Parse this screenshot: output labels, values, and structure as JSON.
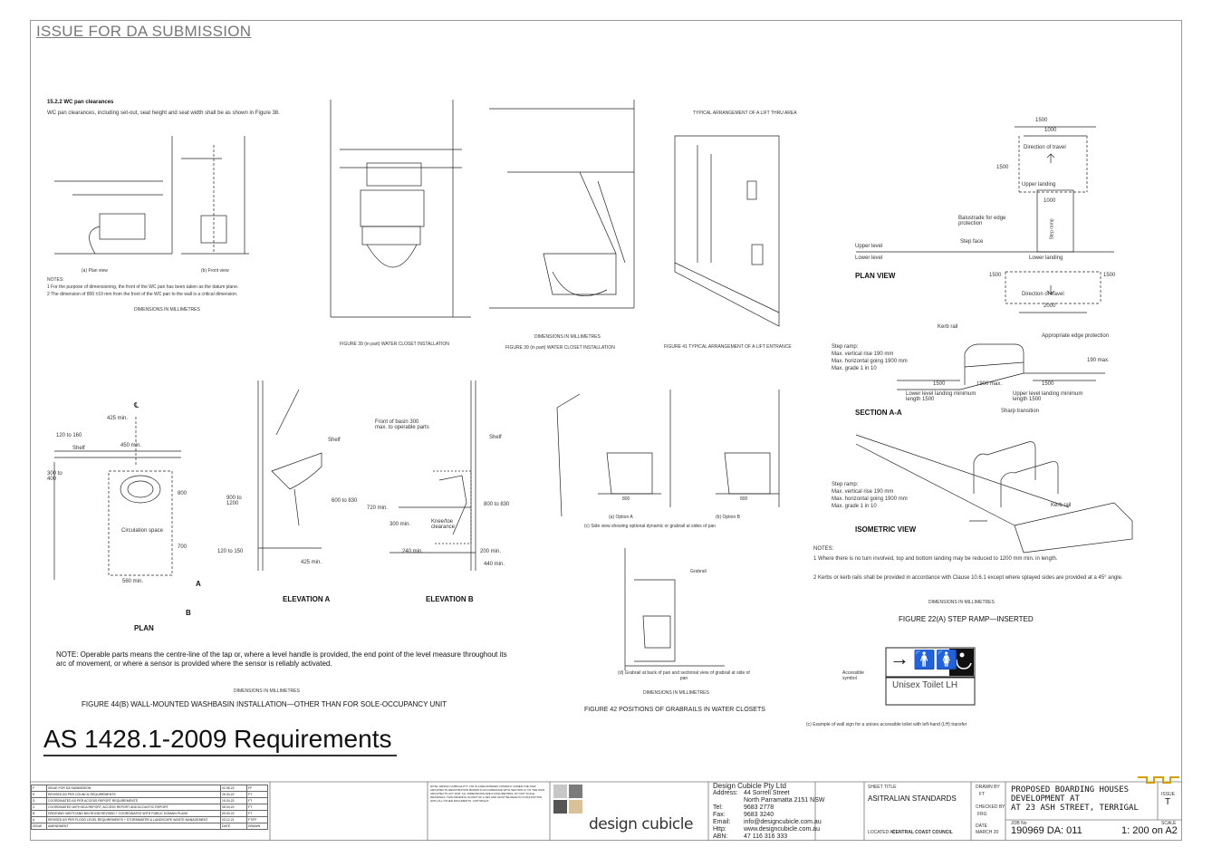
{
  "sheet": {
    "issue_stamp": "ISSUE FOR DA SUBMISSION",
    "main_title": "AS 1428.1-2009 Requirements"
  },
  "fig_wc_pan": {
    "heading": "15.2.2   WC pan clearances",
    "body": "WC pan clearances, including set-out, seat height and seat width shall be as shown in Figure 38.",
    "notes_label": "NOTES:",
    "note1": "1   For the purpose of dimensioning, the front of the WC pan has been taken as the datum plane.",
    "note2": "2   The dimension of 800 ±10 mm from the front of the WC pan to the wall is a critical dimension.",
    "dims": "DIMENSIONS IN MILLIMETRES",
    "view_a": "(a) Plan view",
    "view_b": "(b) Front view"
  },
  "fig_39": {
    "caption": "FIGURE  39 (in part)   WATER CLOSET INSTALLATION"
  },
  "fig_39b": {
    "caption": "FIGURE  39 (in part)   WATER CLOSET INSTALLATION",
    "dims": "DIMENSIONS IN MILLIMETRES"
  },
  "fig_41": {
    "title": "TYPICAL ARRANGEMENT OF A LIFT THRU AREA",
    "caption": "FIGURE 41   TYPICAL ARRANGEMENT OF A LIFT ENTRANCE"
  },
  "ramp_plan": {
    "dim_1500_top": "1500",
    "dim_1000_top": "1000",
    "direction_travel_top": "Direction of travel",
    "dim_1500_side": "1500",
    "upper_landing": "Upper landing",
    "dim_1000_mid": "1000",
    "balustrade": "Balustrade for edge protection",
    "step_face": "Step face",
    "ramp_label": "Step ramp",
    "upper_level": "Upper level",
    "lower_level": "Lower level",
    "lower_landing": "Lower landing",
    "plan_view": "PLAN VIEW",
    "dim_1500_l": "1500",
    "dim_1500_r": "1500",
    "direction_travel_bottom": "Direction of travel",
    "dim_2000": "2000"
  },
  "ramp_section": {
    "kerb_rail": "Kerb rail",
    "edge_protection": "Appropriate edge protection",
    "spec1": "Step ramp:",
    "spec2": "Max. vertical rise 190 mm",
    "spec3": "Max. horizontal going 1900 mm",
    "spec4": "Max. grade 1 in 10",
    "dim_190": "190 max.",
    "dim_1500a": "1500",
    "dim_1900": "1900 max.",
    "dim_1500b": "1500",
    "lower_landing_min": "Lower level landing minimum length 1500",
    "upper_landing_min": "Upper level landing minimum length 1500",
    "sharp": "Sharp transition",
    "section_aa": "SECTION A-A"
  },
  "ramp_iso": {
    "spec1": "Step ramp:",
    "spec2": "Max. vertical rise 190 mm",
    "spec3": "Max. horizontal going 1900 mm",
    "spec4": "Max. grade 1 in 10",
    "kerb_rail": "Kerb rail",
    "iso_view": "ISOMETRIC VIEW",
    "notes_label": "NOTES:",
    "note1": "1   Where there is no turn involved, top and bottom landing may be reduced to 1200 mm min. in length.",
    "note2": "2   Kerbs or kerb rails shall be provided in accordance with Clause 10.6.1 except where splayed sides are provided at a 45° angle.",
    "dims": "DIMENSIONS IN MILLIMETRES",
    "caption": "FIGURE  22(A)   STEP RAMP—INSERTED"
  },
  "fig_44b": {
    "cl": "℄",
    "dim_425": "425 min.",
    "dim_120_160": "120 to 160",
    "shelf": "Shelf",
    "dim_450": "450 min.",
    "dim_300_400": "300 to 400",
    "dim_800": "800",
    "circulation": "Circulation space",
    "dim_700": "700",
    "dim_560": "560 min.",
    "plan": "PLAN",
    "b_marker": "B",
    "a_marker": "A",
    "shelf_a": "Shelf",
    "dim_900_1200": "900 to 1200",
    "dim_600_830": "600 to 830",
    "dim_120_150": "120 to 150",
    "dim_425_b": "425 min.",
    "elev_a": "ELEVATION A",
    "front_basin": "Front of basin 300 max. to operable parts",
    "shelf_b": "Shelf",
    "dim_720": "720 min.",
    "dim_300": "300 min.",
    "knee": "Knee/toe clearance",
    "dim_800_830": "800 to 830",
    "dim_240": "240 min.",
    "dim_200": "200 min.",
    "dim_440": "440 min.",
    "elev_b": "ELEVATION B",
    "note": "NOTE:  Operable parts means the centre-line of the tap or, where a level handle is provided, the end point of the level measure throughout its arc of movement, or where a sensor is provided where the sensor is reliably activated.",
    "dims": "DIMENSIONS IN MILLIMETRES",
    "caption": "FIGURE  44(B)   WALL-MOUNTED WASHBASIN INSTALLATION—OTHER THAN FOR SOLE-OCCUPANCY UNIT"
  },
  "fig_42": {
    "dim_800": "800",
    "caption_a": "(a) Option A",
    "caption_b": "(b) Option B",
    "side_view": "(c) Side view showing optional dynamic or grabrail at sides of pan",
    "backrest": "Grabrail",
    "view_d": "(d) Grabrail at back of pan and sectional view of grabrail at side of pan",
    "dims": "DIMENSIONS IN MILLIMETRES",
    "caption": "FIGURE  42   POSITIONS OF GRABRAILS IN WATER CLOSETS"
  },
  "signage": {
    "arrow": "→",
    "braille_label": "Accessible symbol",
    "sign_text": "Unisex Toilet  LH",
    "caption": "(c) Example of wall sign for a unisex accessible toilet with left-hand (LH) transfer"
  },
  "title_block": {
    "revisions": [
      {
        "id": "F",
        "desc": "ISSUE FOR DA SUBMISSION",
        "date": "02.08.22",
        "by": "FF"
      },
      {
        "id": "E",
        "desc": "REVISED AS PER COUNCIL REQUIREMENTS",
        "date": "26.04.22",
        "by": "FT"
      },
      {
        "id": "D",
        "desc": "COORDINATED AS PER ACCESS REPORT REQUIREMENTS",
        "date": "15.04.22",
        "by": "FT"
      },
      {
        "id": "C",
        "desc": "COORDINATED WITH BCA REPORT, ACCESS REPORT AND ACOUSTIC REPORT",
        "date": "08.04.22",
        "by": "FT"
      },
      {
        "id": "B",
        "desc": "DRIVEWAY WIDTH AND BIN ROOM REVISED + COORDINATED WITH PUBLIC DOMAIN PLANS",
        "date": "09.03.22",
        "by": "FT"
      },
      {
        "id": "A",
        "desc": "REVISED AS PER FLOOD LEVEL REQUIREMENTS + STORMWATER & LANDSCAPE WASTE MANAGEMENT",
        "date": "03.12.21",
        "by": "FT/FF"
      }
    ],
    "rev_header": [
      "ISSUE",
      "AMENDMENT",
      "DATE",
      "DRAWN"
    ],
    "notes": "NOTE: DESIGN CUBICLE PTY LTD IS A REGISTERED COMPANY UNDER THE NSW ARCHITECTS REGISTRATION BOARD IN ACCORDANCE WITH SECTION 27 OF THE NSW ARCHITECTS ACT 2003. ALL DIMENSIONS ARE IN MILLIMETRES. DO NOT SCALE DRAWINGS. THIS DRAWING IS PART OF A SET AND MUST BE READ IN CONJUNCTION WITH ALL OTHER DOCUMENTS. COPYRIGHT.",
    "logo_text": "design cubicle",
    "firm_name": "Design Cubicle Pty Ltd",
    "firm": [
      {
        "k": "Address:",
        "v": "44 Sorrell Street"
      },
      {
        "k": "",
        "v": "North Parramatta 2151 NSW"
      },
      {
        "k": "Tel:",
        "v": "9683 2778"
      },
      {
        "k": "Fax:",
        "v": "9683 3240"
      },
      {
        "k": "Email:",
        "v": "info@designcubicle.com.au"
      },
      {
        "k": "Http:",
        "v": "www.designcubicle.com.au"
      },
      {
        "k": "ABN:",
        "v": "47 116 316 333"
      }
    ],
    "sheet_title_label": "SHEET TITLE",
    "sheet_title": "ASITRALIAN STANDARDS",
    "council_label": "LOCATED AT",
    "council": "CENTRAL COAST COUNCIL",
    "drawn_label": "DRAWN BY",
    "drawn": "FT",
    "checked_label": "CHECKED BY",
    "checked": "FRG",
    "date_label": "DATE",
    "date": "MARCH 20",
    "project": [
      "PROPOSED BOARDING HOUSES",
      "DEVELOPMENT AT",
      "AT 23 ASH STREET, TERRIGAL"
    ],
    "issue_label": "ISSUE",
    "issue": "T",
    "job_label": "JOB No",
    "job": "190969  DA:  011",
    "scale_label": "SCALE",
    "scale": "1: 200  on  A2"
  }
}
